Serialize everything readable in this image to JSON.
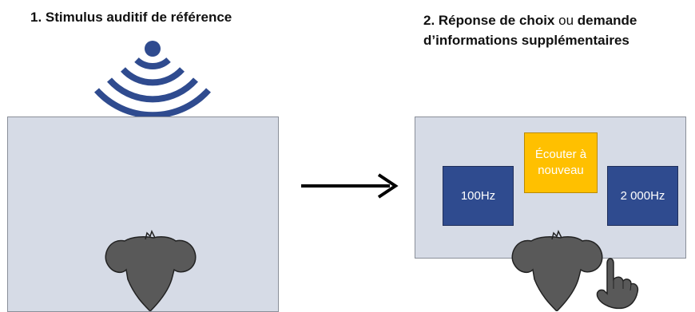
{
  "step1": {
    "title": "1. Stimulus auditif de référence"
  },
  "step2": {
    "title_part1": "2. Réponse de choix",
    "title_part2": " ou ",
    "title_part3": "demande",
    "title_line2": "d’informations supplémentaires"
  },
  "buttons": {
    "left_choice": "100Hz",
    "replay_line1": "Écouter à",
    "replay_line2": "nouveau",
    "right_choice": "2 000Hz"
  },
  "colors": {
    "screen": "#d6dbe6",
    "choice_button": "#2f4b8f",
    "replay_button": "#ffc000",
    "sound_waves": "#2f4b8f",
    "head": "#595959"
  },
  "icons": [
    "sound-waves-icon",
    "arrow-right-icon",
    "head-icon",
    "pointing-hand-icon"
  ]
}
